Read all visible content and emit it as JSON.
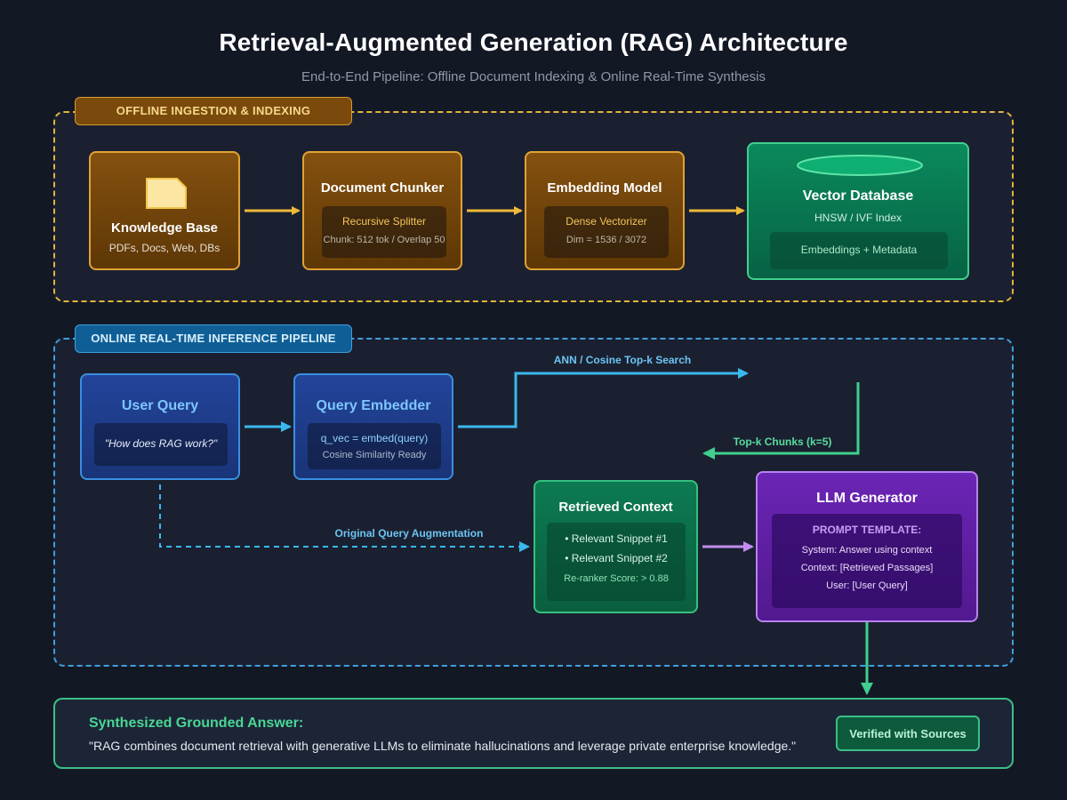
{
  "header": {
    "title": "Retrieval-Augmented Generation (RAG) Architecture",
    "subtitle": "End-to-End Pipeline: Offline Document Indexing & Online Real-Time Synthesis"
  },
  "offline": {
    "label": "OFFLINE INGESTION & INDEXING",
    "knowledge_base": {
      "title": "Knowledge Base",
      "sub": "PDFs, Docs, Web, DBs"
    },
    "chunker": {
      "title": "Document Chunker",
      "line1": "Recursive Splitter",
      "line2": "Chunk: 512 tok / Overlap 50"
    },
    "embedding": {
      "title": "Embedding Model",
      "line1": "Dense Vectorizer",
      "line2": "Dim = 1536 / 3072"
    },
    "vector_db": {
      "title": "Vector Database",
      "sub": "HNSW / IVF Index",
      "inner": "Embeddings + Metadata"
    }
  },
  "online": {
    "label": "ONLINE REAL-TIME INFERENCE PIPELINE",
    "user_query": {
      "title": "User Query",
      "example": "\"How does RAG work?\""
    },
    "query_embedder": {
      "title": "Query Embedder",
      "line1": "q_vec = embed(query)",
      "line2": "Cosine Similarity Ready"
    },
    "ann_label": "ANN / Cosine Top-k Search",
    "topk_label": "Top-k Chunks (k=5)",
    "augment_label": "Original Query Augmentation",
    "retrieved": {
      "title": "Retrieved Context",
      "s1": "• Relevant Snippet #1",
      "s2": "• Relevant Snippet #2",
      "score": "Re-ranker Score: > 0.88"
    },
    "llm": {
      "title": "LLM Generator",
      "prompt_title": "PROMPT TEMPLATE:",
      "p1": "System: Answer using context",
      "p2": "Context: [Retrieved Passages]",
      "p3": "User: [User Query]"
    }
  },
  "answer": {
    "title": "Synthesized Grounded Answer:",
    "text": "\"RAG combines document retrieval with generative LLMs to eliminate hallucinations and leverage private enterprise knowledge.\"",
    "badge": "Verified with Sources"
  },
  "colors": {
    "offline_accent": "#e2b53b",
    "online_accent": "#3fa0dc",
    "db_green": "#40d08e",
    "llm_purple": "#b782f0",
    "arrow_orange": "#f0b93a",
    "arrow_blue": "#3ab8ee",
    "arrow_green": "#3fcf8e",
    "arrow_purple": "#c38cf2"
  }
}
